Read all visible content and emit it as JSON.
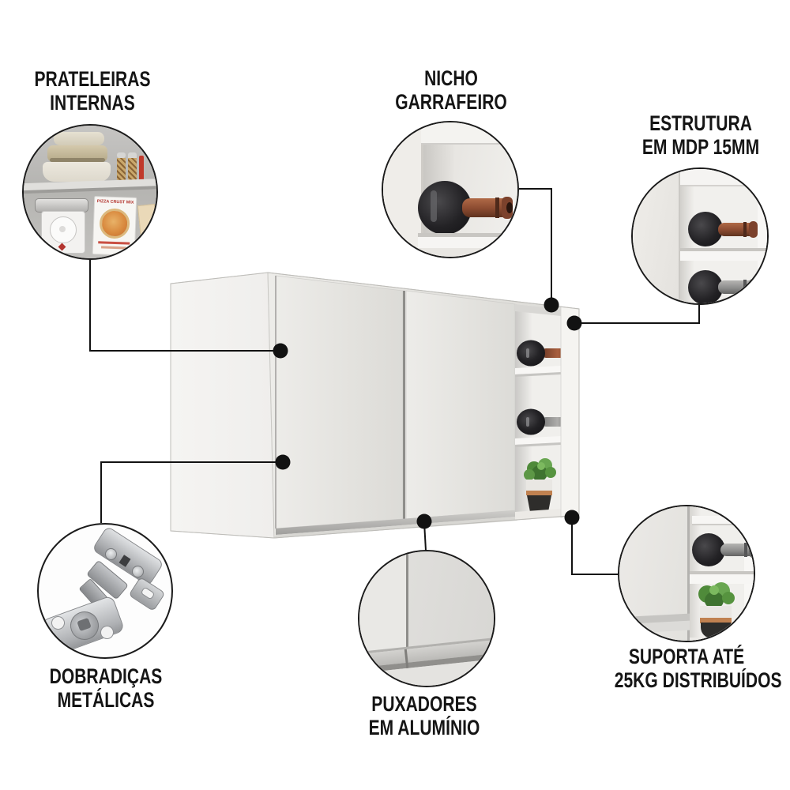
{
  "page": {
    "background": "#ffffff"
  },
  "callouts": [
    {
      "id": "prateleiras-internas",
      "line1": "PRATELEIRAS",
      "line2": "INTERNAS"
    },
    {
      "id": "nicho-garrafeiro",
      "line1": "NICHO",
      "line2": "GARRAFEIRO"
    },
    {
      "id": "estrutura-mdp",
      "line1": "ESTRUTURA",
      "line2": "EM MDP 15MM"
    },
    {
      "id": "dobradicas-metalicas",
      "line1": "DOBRADIÇAS",
      "line2": "METÁLICAS"
    },
    {
      "id": "puxadores-aluminio",
      "line1": "PUXADORES",
      "line2": "EM ALUMÍNIO"
    },
    {
      "id": "suporta-25kg",
      "line1": "SUPORTA ATÉ",
      "line2": "25KG DISTRIBUÍDOS"
    }
  ],
  "insets": {
    "pizza_box_label": "PIZZA CRUST MIX"
  },
  "colors": {
    "text": "#151515",
    "connector_line": "#121212",
    "cabinet_front": "#e6e5e1",
    "cabinet_side": "#f3f2ef",
    "niche_interior": "#f0efec",
    "bottle_dark": "#1d1c1f",
    "bottle_neck_copper": "#a85f3e",
    "bottle_neck_gray": "#919191",
    "plant_green": "#5d9746",
    "aluminum_strip": "#b5b4b2"
  }
}
